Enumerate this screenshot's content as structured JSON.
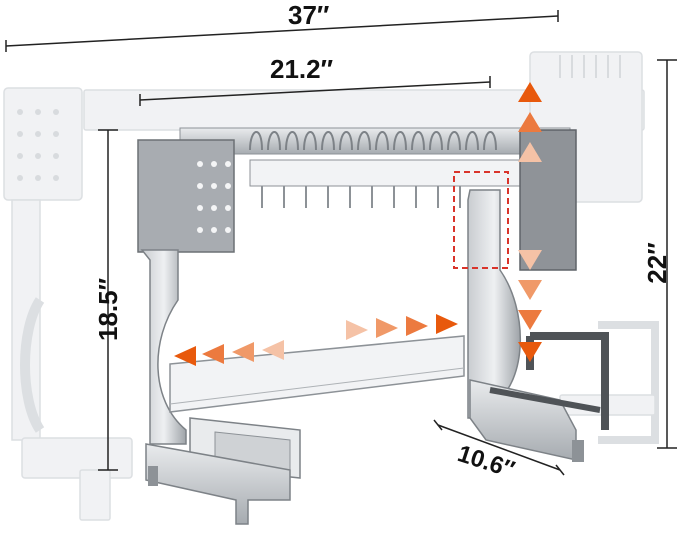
{
  "dimensions": {
    "overall_width": "37″",
    "inner_width": "21.2″",
    "lower_height": "18.5″",
    "total_height": "22″",
    "depth": "10.6″"
  },
  "colors": {
    "arrow_orange": "#e8590c",
    "arrow_light": "#f5c2a6",
    "steel": "#9ea3a8",
    "steel_dark": "#6c7075",
    "ghost": "#e6e8ea",
    "highlight_box": "#d9342b"
  }
}
